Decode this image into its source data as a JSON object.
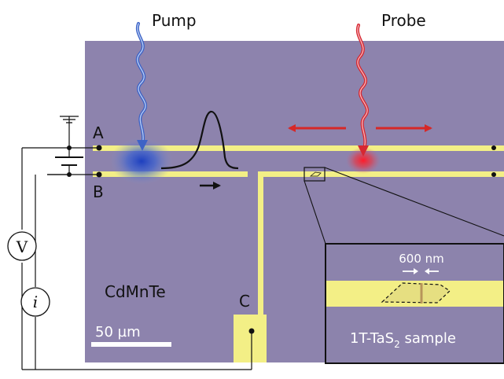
{
  "labels": {
    "pump": "Pump",
    "probe": "Probe",
    "lead_a": "A",
    "lead_b": "B",
    "lead_c": "C",
    "material": "CdMnTe",
    "scale": "50 µm",
    "inset_width": "600 nm",
    "voltmeter": "V",
    "ammeter": "i",
    "sample_main": "1T-TaS",
    "sample_sub": "2",
    "sample_tail": " sample"
  },
  "colors": {
    "substrate": "#8d83ad",
    "line": "#f3ef86",
    "pump": "#2a52c8",
    "probe": "#dd1f2a",
    "wire": "#111111"
  }
}
